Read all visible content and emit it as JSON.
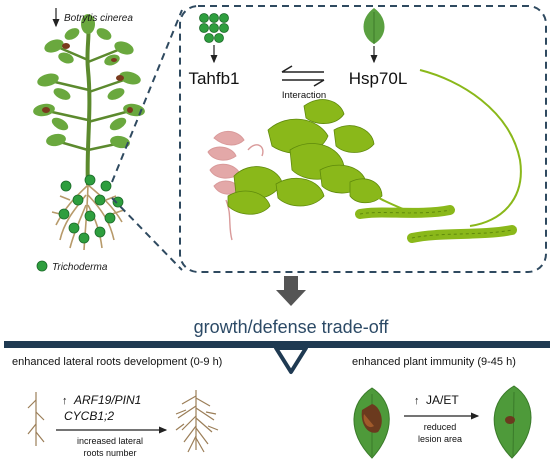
{
  "pathogen_label": "Botrytis cinerea",
  "trichoderma_label": "Trichoderma",
  "interaction": {
    "left_protein": "Tahfb1",
    "right_protein": "Hsp70L",
    "arrow_label": "Interaction"
  },
  "tradeoff_title": "growth/defense trade-off",
  "left_panel": {
    "heading": "enhanced lateral roots development (0-9 h)",
    "gene_arrow": "↑",
    "genes_line1": "ARF19/PIN1",
    "genes_line2": "CYCB1;2",
    "result_line1": "increased lateral",
    "result_line2": "roots number"
  },
  "right_panel": {
    "heading": "enhanced plant immunity (9-45 h)",
    "hormone_arrow": "↑",
    "hormones": "JA/ET",
    "result_line1": "reduced",
    "result_line2": "lesion area"
  },
  "colors": {
    "trichoderma_green": "#2e9e3e",
    "protein_green": "#8ab81a",
    "protein_pink": "#d99a9a",
    "balance_navy": "#1f3a52",
    "leaf_green": "#4e9a3a",
    "lesion_brown": "#6b3a1e",
    "dashed_box": "#2f4a60"
  }
}
